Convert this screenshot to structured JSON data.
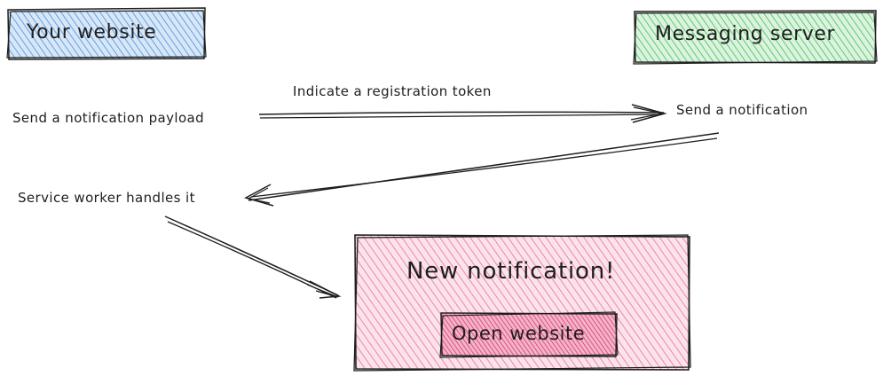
{
  "boxes": {
    "website": {
      "label": "Your website",
      "color": "#4a90d9"
    },
    "server": {
      "label": "Messaging server",
      "color": "#40c057"
    },
    "notification": {
      "title": "New notification!",
      "color": "#e64980",
      "button": {
        "label": "Open website"
      }
    }
  },
  "steps": {
    "payload": "Send a notification payload",
    "token": "Indicate a registration token",
    "send": "Send a notification",
    "service_worker": "Service worker handles it"
  },
  "colors": {
    "stroke": "#1e1e1e"
  }
}
